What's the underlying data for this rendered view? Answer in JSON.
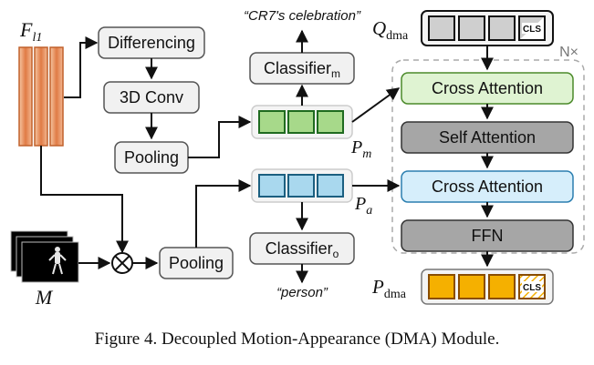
{
  "labels": {
    "fl1_main": "F",
    "fl1_sub": "l1",
    "m_symbol": "M",
    "differencing": "Differencing",
    "conv3d": "3D Conv",
    "pooling_motion": "Pooling",
    "pooling_app": "Pooling",
    "classifier_m_main": "Classifier",
    "classifier_m_sub": "m",
    "classifier_o_main": "Classifier",
    "classifier_o_sub": "o",
    "motion_output": "“CR7's celebration”",
    "appearance_output": "“person”",
    "pm_main": "P",
    "pm_sub": "m",
    "pa_main": "P",
    "pa_sub": "a",
    "qdma_main": "Q",
    "qdma_sub": "dma",
    "pdma_main": "P",
    "pdma_sub": "dma",
    "cls_token": "CLS",
    "cross_attention_1": "Cross Attention",
    "self_attention": "Self Attention",
    "cross_attention_2": "Cross Attention",
    "ffn": "FFN",
    "repeat": "N×",
    "multiply_symbol": "⊗"
  },
  "caption": "Figure 4. Decoupled Motion-Appearance (DMA) Module.",
  "colors": {
    "feature_orange": "#e8905a",
    "pm_green": "#a7d98a",
    "pa_blue": "#a9d8ee",
    "q_gray": "#cfcfcf",
    "cross_attn_green": "#dff3d2",
    "cross_attn_blue": "#d6eefb",
    "dark_gray_block": "#a6a6a6",
    "pdma_orange": "#f5b000"
  }
}
